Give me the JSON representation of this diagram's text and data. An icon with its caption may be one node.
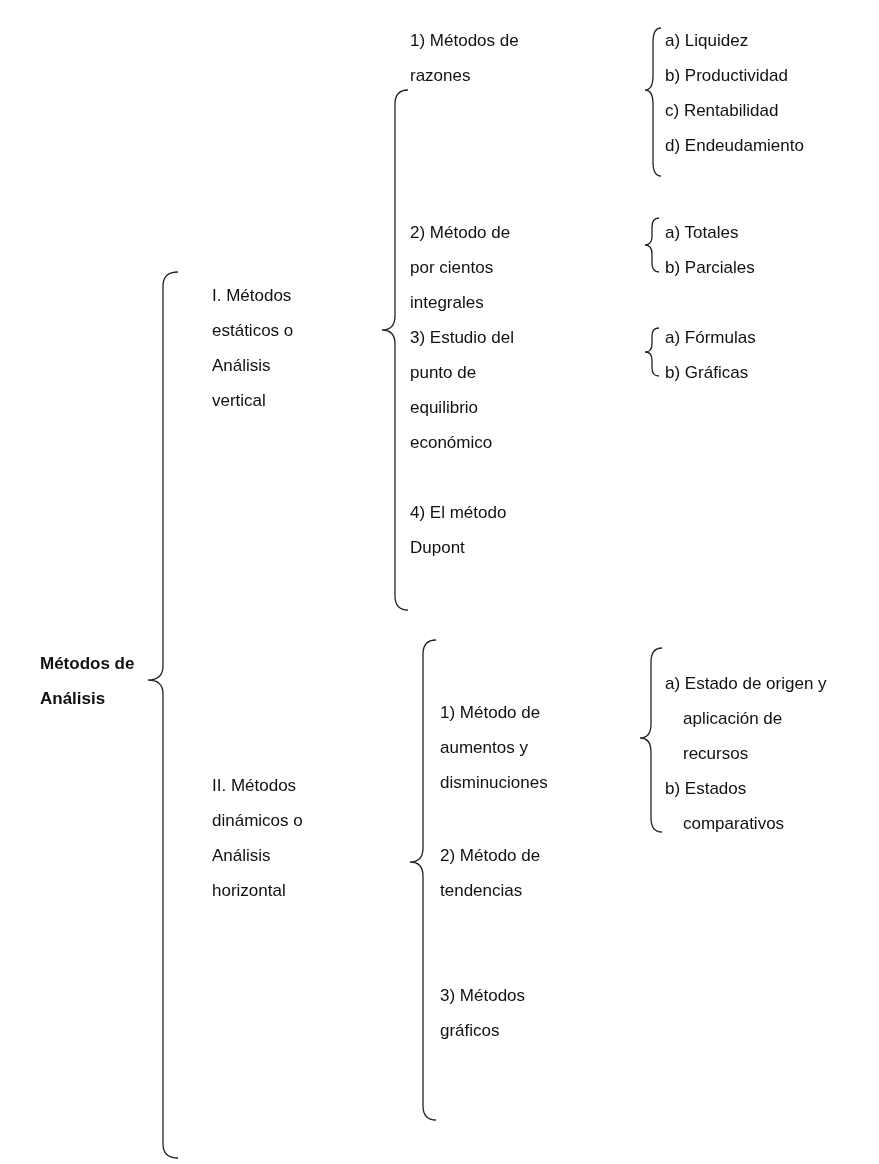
{
  "diagram": {
    "nodes": [
      {
        "text": [
          "Métodos de Análisis"
        ]
      },
      {
        "text": [
          "I. Métodos estáticos o Análisis vertical"
        ]
      },
      {
        "text": [
          "1) Métodos de razones"
        ]
      },
      {
        "text": [
          "a) Liquidez"
        ]
      },
      {
        "text": [
          "b) Productividad"
        ]
      },
      {
        "text": [
          "c) Rentabilidad"
        ]
      },
      {
        "text": [
          "d) Endeudamiento"
        ]
      },
      {
        "text": [
          "2) Método de por cientos integrales"
        ]
      },
      {
        "text": [
          "a) Totales"
        ]
      },
      {
        "text": [
          "b) Parciales"
        ]
      },
      {
        "text": [
          "3) Estudio del punto de equilibrio económico"
        ]
      },
      {
        "text": [
          "a) Fórmulas"
        ]
      },
      {
        "text": [
          "b) Gráficas"
        ]
      },
      {
        "text": [
          "4) El método Dupont"
        ]
      },
      {
        "text": [
          "II. Métodos dinámicos o Análisis horizontal"
        ]
      },
      {
        "text": [
          "1) Método de aumentos y disminuciones"
        ]
      },
      {
        "text": [
          "a) Estado de origen y aplicación de recursos"
        ]
      },
      {
        "text": [
          "b) Estados comparativos"
        ]
      },
      {
        "text": [
          "2) Método de tendencias"
        ]
      },
      {
        "text": [
          "3) Métodos gráficos"
        ]
      }
    ]
  }
}
